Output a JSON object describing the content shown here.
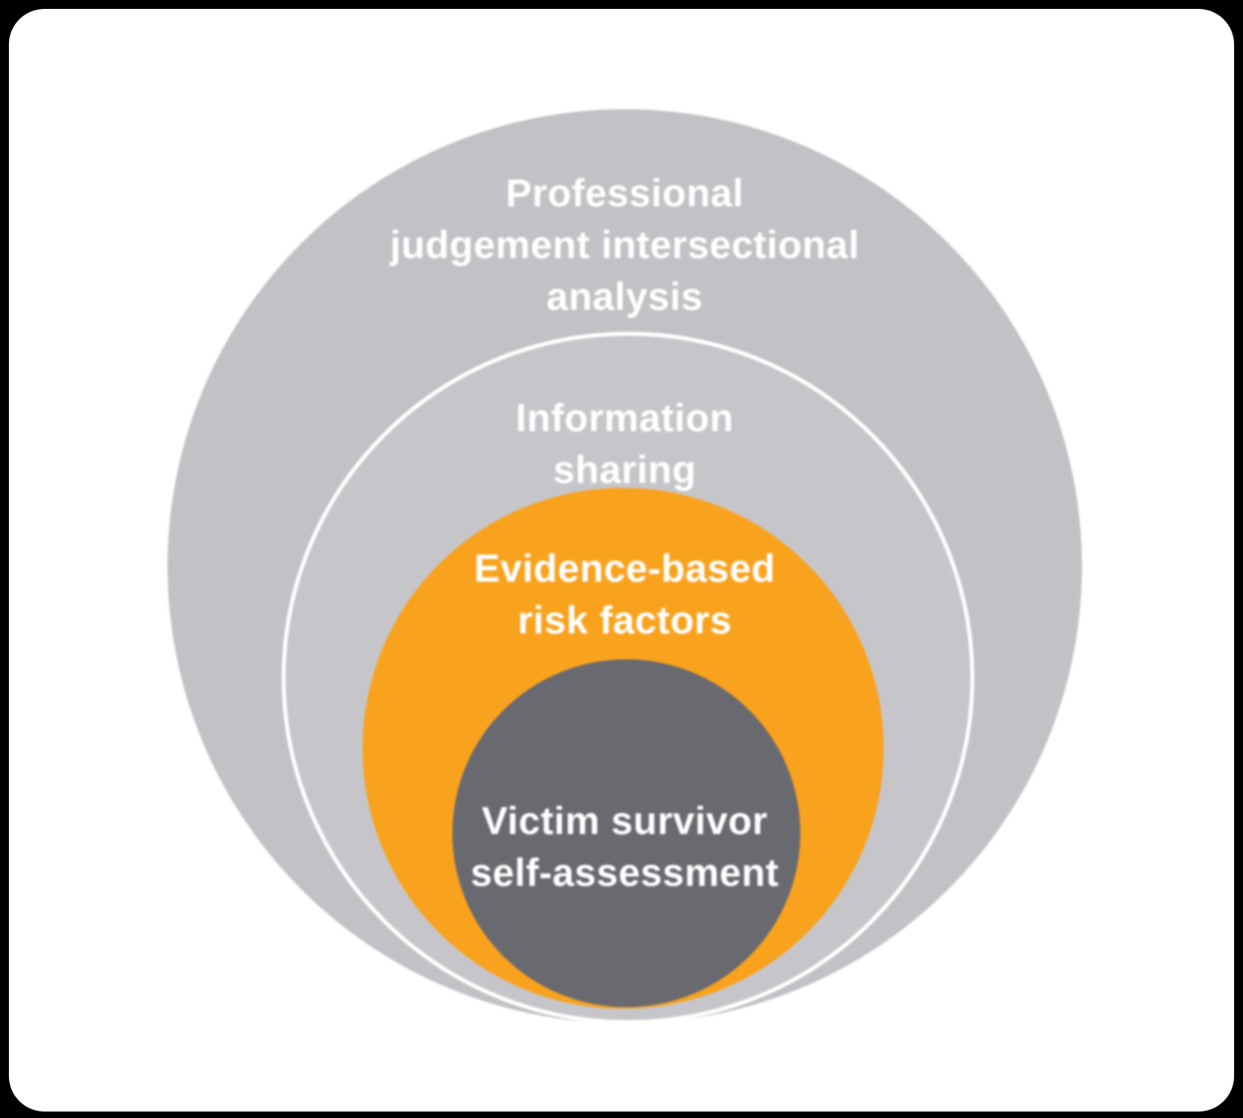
{
  "canvas": {
    "background_color": "#000000",
    "surface_color": "#ffffff"
  },
  "diagram": {
    "type": "nested-circles",
    "description": "Four concentric nested circles, tangent near the bottom, from outermost to innermost",
    "levels": [
      {
        "label": "Professional judgement intersectional analysis",
        "lines": [
          "Professional",
          "judgement intersectional",
          "analysis"
        ],
        "color": "#c2c2c6",
        "text_color": "#ffffff"
      },
      {
        "label": "Information sharing",
        "lines": [
          "Information",
          "sharing"
        ],
        "color": "#c6c6ca",
        "border_color": "#ffffff",
        "text_color": "#ffffff"
      },
      {
        "label": "Evidence-based risk factors",
        "lines": [
          "Evidence-based",
          "risk factors"
        ],
        "color": "#f9a21e",
        "text_color": "#ffffff"
      },
      {
        "label": "Victim survivor self-assessment",
        "lines": [
          "Victim survivor",
          "self-assessment"
        ],
        "color": "#696970",
        "text_color": "#ffffff"
      }
    ]
  }
}
